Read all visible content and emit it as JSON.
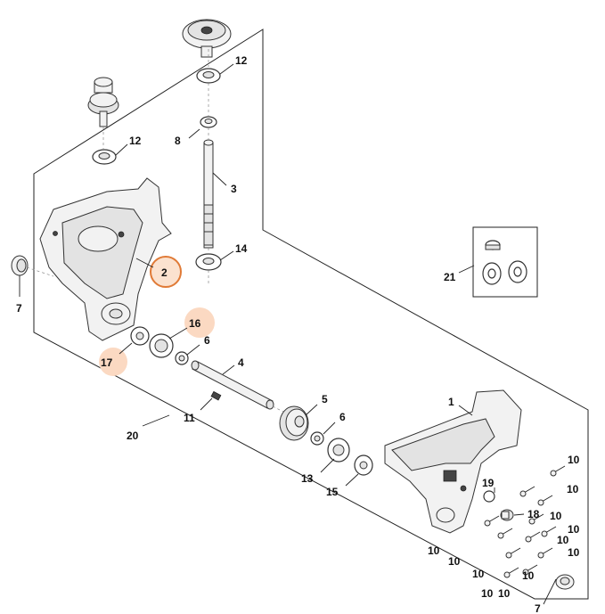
{
  "callouts": {
    "c1": "1",
    "c2": "2",
    "c3": "3",
    "c4": "4",
    "c5": "5",
    "c6a": "6",
    "c6b": "6",
    "c7a": "7",
    "c7b": "7",
    "c8": "8",
    "c10a": "10",
    "c10b": "10",
    "c10c": "10",
    "c10d": "10",
    "c10e": "10",
    "c10f": "10",
    "c10g": "10",
    "c10h": "10",
    "c10i": "10",
    "c10j": "10",
    "c10k": "10",
    "c10l": "10",
    "c11": "11",
    "c12a": "12",
    "c12b": "12",
    "c13": "13",
    "c14": "14",
    "c15": "15",
    "c16": "16",
    "c17": "17",
    "c18": "18",
    "c19": "19",
    "c20": "20",
    "c21": "21"
  },
  "highlight": {
    "selected_color": "#e07a36",
    "related_color": "#fbd9c2"
  }
}
